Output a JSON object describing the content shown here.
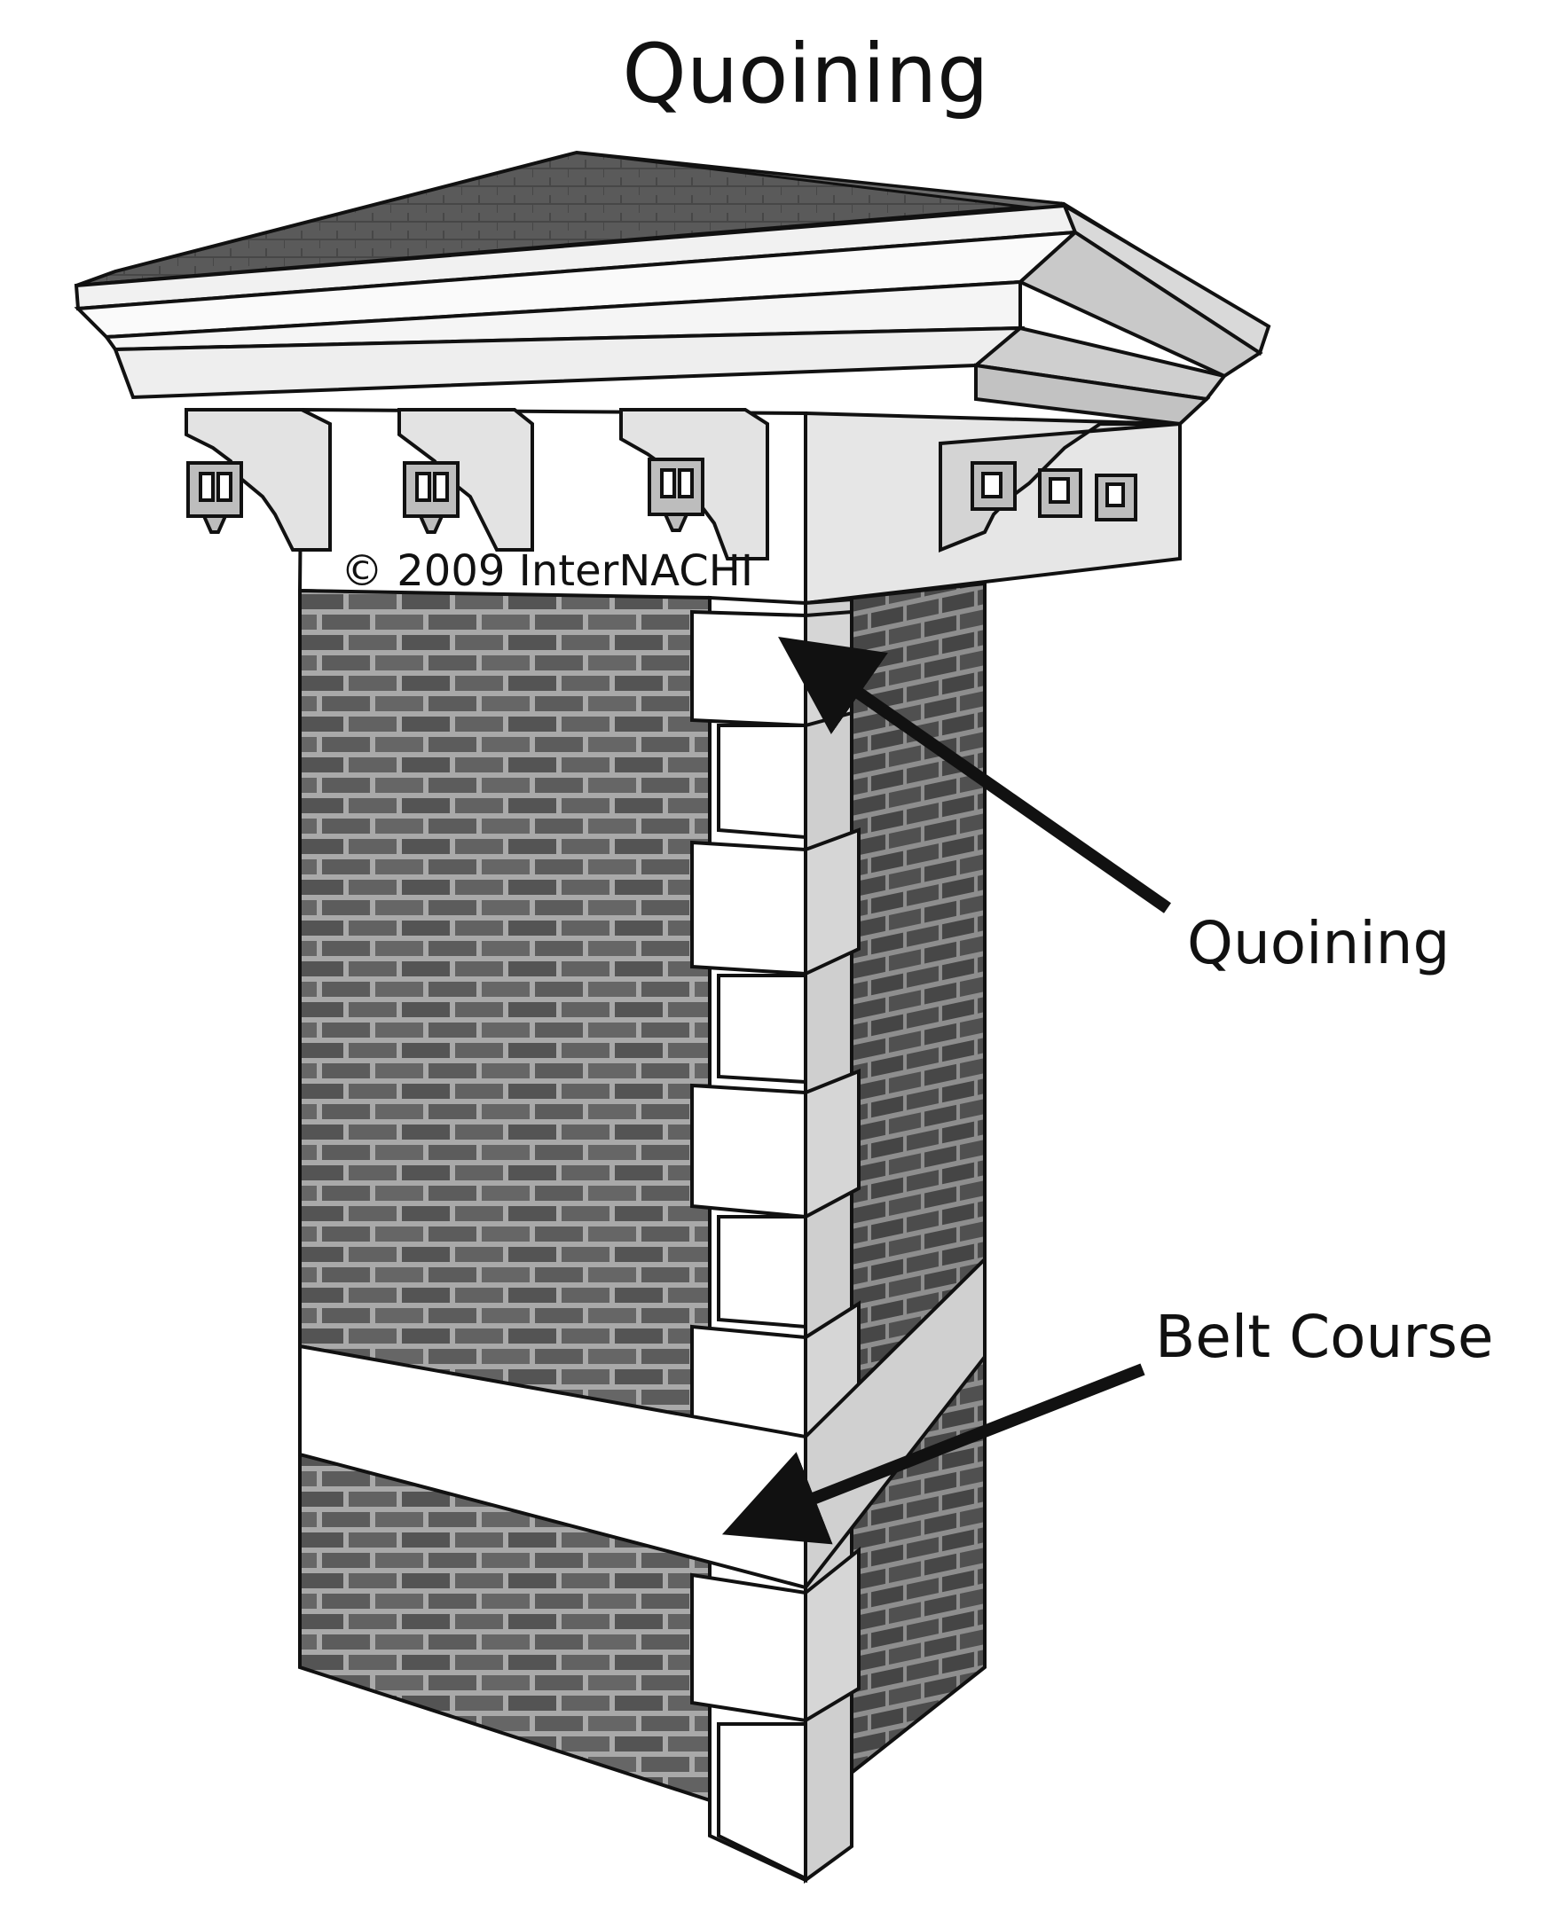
{
  "title": "Quoining",
  "copyright": "© 2009  InterNACHI",
  "callouts": {
    "quoining": "Quoining",
    "belt_course": "Belt Course"
  },
  "colors": {
    "brick_face": "#5c5c5c",
    "brick_side": "#4a4a4a",
    "mortar": "#a9a9a9",
    "stone_front": "#ffffff",
    "stone_side": "#d2d2d2",
    "roof": "#5a5a5a",
    "outline": "#111111"
  }
}
